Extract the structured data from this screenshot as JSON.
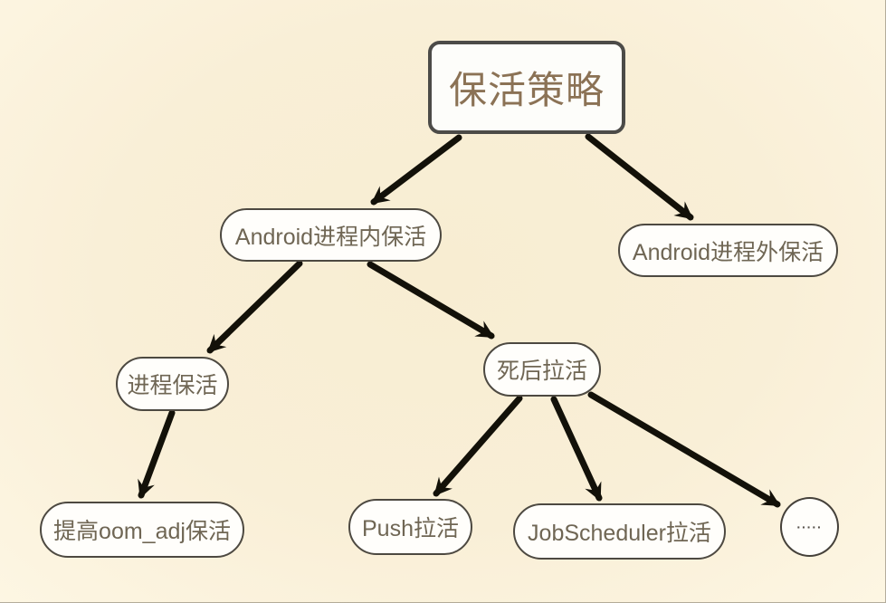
{
  "diagram": {
    "type": "mindmap-tree",
    "topic": "Android keep-alive strategy tree",
    "background_color": "#f8edd2",
    "colors": {
      "title_text": "#8b7255",
      "node_text": "#6f6654",
      "node_border": "#4d4941",
      "node_fill": "#fffefb",
      "arrow": "#131109"
    },
    "nodes": {
      "root": {
        "label": "保活策略"
      },
      "in_process": {
        "label": "Android进程内保活"
      },
      "out_process": {
        "label": "Android进程外保活"
      },
      "process_keep": {
        "label": "进程保活"
      },
      "revive": {
        "label": "死后拉活"
      },
      "oom_adj": {
        "label": "提高oom_adj保活"
      },
      "push": {
        "label": "Push拉活"
      },
      "jobscheduler": {
        "label": "JobScheduler拉活"
      },
      "more": {
        "label": "·····"
      }
    },
    "edges": [
      {
        "from": "保活策略",
        "to": "Android进程内保活"
      },
      {
        "from": "保活策略",
        "to": "Android进程外保活"
      },
      {
        "from": "Android进程内保活",
        "to": "进程保活"
      },
      {
        "from": "Android进程内保活",
        "to": "死后拉活"
      },
      {
        "from": "进程保活",
        "to": "提高oom_adj保活"
      },
      {
        "from": "死后拉活",
        "to": "Push拉活"
      },
      {
        "from": "死后拉活",
        "to": "JobScheduler拉活"
      },
      {
        "from": "死后拉活",
        "to": "·····"
      }
    ]
  }
}
